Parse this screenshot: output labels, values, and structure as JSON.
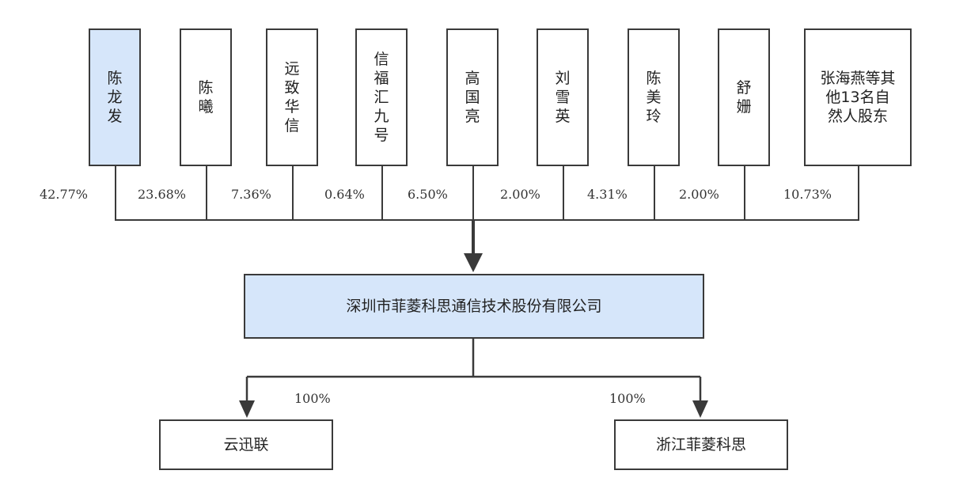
{
  "shareholders": [
    {
      "name": "陈龙发",
      "pct": "42.77%",
      "highlight": true
    },
    {
      "name": "陈曦",
      "pct": "23.68%"
    },
    {
      "name": "远致华信",
      "pct": "7.36%"
    },
    {
      "name": "信福汇九号",
      "pct": "0.64%"
    },
    {
      "name": "高国亮",
      "pct": "6.50%"
    },
    {
      "name": "刘雪英",
      "pct": "2.00%"
    },
    {
      "name": "陈美玲",
      "pct": "4.31%"
    },
    {
      "name": "舒姗",
      "pct": "2.00%"
    },
    {
      "name": "张海燕等其他13名自然人股东",
      "pct": "10.73%"
    }
  ],
  "company": {
    "name": "深圳市菲菱科思通信技术股份有限公司"
  },
  "subsidiaries": [
    {
      "name": "云迅联",
      "pct": "100%"
    },
    {
      "name": "浙江菲菱科思",
      "pct": "100%"
    }
  ],
  "colors": {
    "highlight": "#d6e6fa",
    "line": "#3a3a3a"
  }
}
